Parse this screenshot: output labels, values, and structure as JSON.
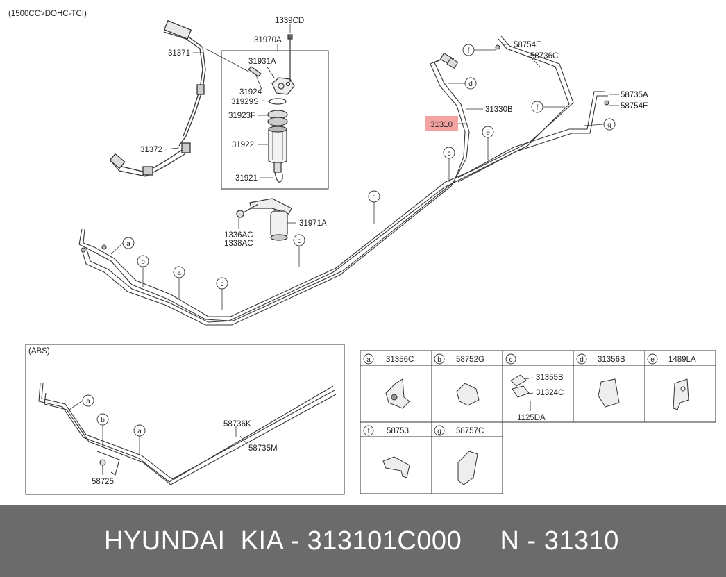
{
  "header_note": "(1500CC>DOHC-TCI)",
  "parts": {
    "p1339CD": "1339CD",
    "p31970A": "31970A",
    "p31371": "31371",
    "p31931A": "31931A",
    "p31924": "31924",
    "p31929S": "31929S",
    "p31923F": "31923F",
    "p31922": "31922",
    "p31921": "31921",
    "p31372": "31372",
    "p1336AC": "1336AC",
    "p1338AC": "1338AC",
    "p31971A": "31971A",
    "p58754E_top": "58754E",
    "p58736C": "58736C",
    "p31330B": "31330B",
    "p31310": "31310",
    "p58735A": "58735A",
    "p58754E": "58754E"
  },
  "callout_letters": {
    "a": "a",
    "b": "b",
    "c": "c",
    "d": "d",
    "e": "e",
    "f": "f",
    "g": "g"
  },
  "abs": {
    "title": "(ABS)",
    "p58736K": "58736K",
    "p58735M": "58735M",
    "p58725": "58725"
  },
  "legend": [
    {
      "letter": "a",
      "part": "31356C"
    },
    {
      "letter": "b",
      "part": "58752G"
    },
    {
      "letter": "c",
      "part": "",
      "subparts": [
        "31355B",
        "31324C",
        "1125DA"
      ]
    },
    {
      "letter": "d",
      "part": "31356B"
    },
    {
      "letter": "e",
      "part": "1489LA"
    },
    {
      "letter": "f",
      "part": "58753"
    },
    {
      "letter": "g",
      "part": "58757C"
    }
  ],
  "highlight_color": "#f4a3a3",
  "footer": {
    "text": "HYUNDAI  KIA - 313101C000     N - 31310"
  }
}
